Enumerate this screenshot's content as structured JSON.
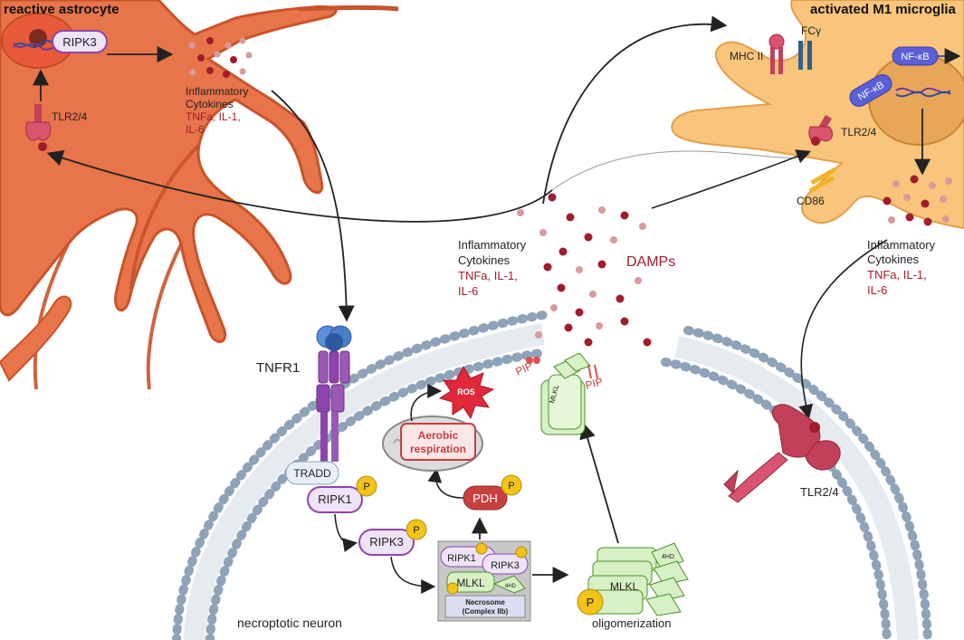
{
  "astrocyte": {
    "title": "reactive astrocyte",
    "ripk3": "RIPK3",
    "tlr": "TLR2/4",
    "cytokines_line1": "Inflammatory",
    "cytokines_line2": "Cytokines",
    "cytokines_line3": "TNFa, IL-1,",
    "cytokines_line4": "IL-6"
  },
  "microglia": {
    "title": "activated M1 microglia",
    "mhc": "MHC II",
    "fc": "FCγ",
    "nfkb_1": "NF-κB",
    "nfkb_2": "NF-κB",
    "tlr": "TLR2/4",
    "cd86": "CD86",
    "cytokines_line1": "Inflammatory",
    "cytokines_line2": "Cytokines",
    "cytokines_line3": "TNFa, IL-1,",
    "cytokines_line4": "IL-6"
  },
  "center": {
    "cytokines_line1": "Inflammatory",
    "cytokines_line2": "Cytokines",
    "cytokines_line3": "TNFa, IL-1,",
    "cytokines_line4": "IL-6",
    "damps": "DAMPs"
  },
  "neuron": {
    "tnfr1": "TNFR1",
    "tradd": "TRADD",
    "ripk1": "RIPK1",
    "ripk3": "RIPK3",
    "p": "P",
    "ros": "ROS",
    "aerobic_line1": "Aerobic",
    "aerobic_line2": "respiration",
    "pdh": "PDH",
    "necro_ripk1": "RIPK1",
    "necro_ripk3": "RIPK3",
    "necro_mlkl": "MLKL",
    "necro_4hd": "4HD",
    "necrosome_line1": "Necrosome",
    "necrosome_line2": "(Complex IIb)",
    "mlkl": "MLKL",
    "oligomer_4hd": "4HD",
    "oligomerization": "oligomerization",
    "pore_mlkl": "MLKL",
    "pip_left": "PIP",
    "pip_right": "PIP",
    "label": "necroptotic neuron",
    "tlr": "TLR2/4"
  },
  "colors": {
    "astrocyte": "#e8744a",
    "astrocyte_outline": "#c9532a",
    "microglia": "#f9c47b",
    "cytokine_dark": "#a11d2b",
    "cytokine_light": "#d99a9d",
    "red_text": "#a11d2b",
    "membrane": "#8fa3b8",
    "purple": "#8e44ad",
    "lavender": "#eee3f7",
    "green": "#d7f0c4",
    "gold": "#f2c318"
  }
}
